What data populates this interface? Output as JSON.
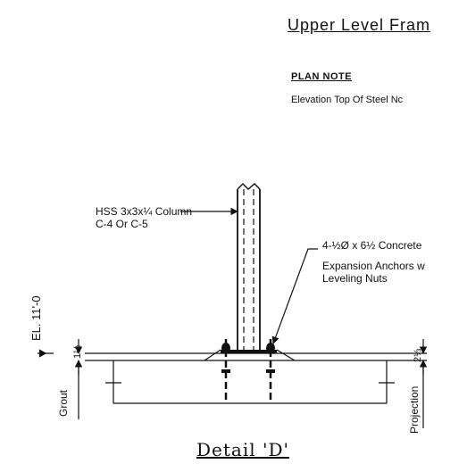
{
  "header": {
    "title": "Upper Level Fram",
    "plan_note_heading": "PLAN NOTE",
    "plan_note_text": "Elevation Top Of Steel Nc"
  },
  "callouts": {
    "column_line1": "HSS 3x3x¼ Column",
    "column_line2": "C-4 Or C-5",
    "anchor_line1": "4-½Ø x 6½ Concrete",
    "anchor_line2": "Expansion Anchors w",
    "anchor_line3": "Leveling Nuts"
  },
  "dimensions": {
    "elevation": "EL. 11'-0",
    "left_dim": "1½",
    "grout": "Grout",
    "right_dim": "2⅓",
    "projection": "Projection"
  },
  "detail_title": "Detail 'D'"
}
